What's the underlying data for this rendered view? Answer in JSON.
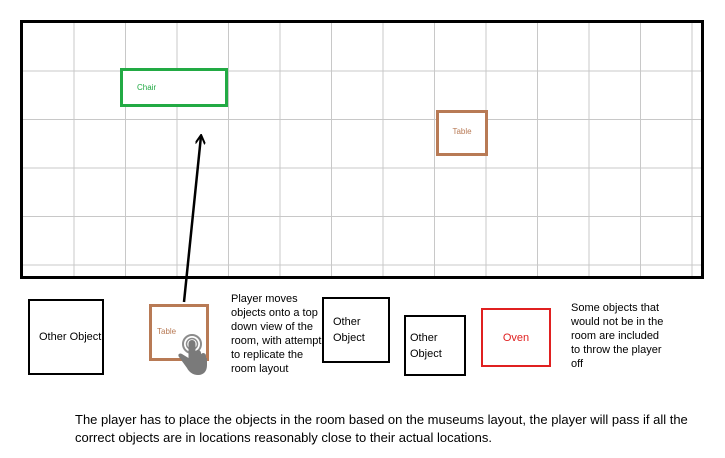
{
  "room": {
    "objects": {
      "chair_label": "Chair",
      "table_label": "Table"
    }
  },
  "tray": {
    "other_1_label": "Other Object",
    "table_label": "Table",
    "other_2_label": "Other Object",
    "other_3_label": "Other Object",
    "oven_label": "Oven"
  },
  "notes": {
    "player_moves": "Player moves objects onto a top down view of the room, with attempt to replicate the room layout",
    "decoy_objects": "Some objects that would not be in the room are included to throw the player off"
  },
  "caption": "The player has to place the objects in the room based on the museums layout, the player will pass if all the correct objects are in locations reasonably close to their actual locations.",
  "colors": {
    "chair": "#22aa44",
    "table": "#b87a55",
    "oven": "#e02020",
    "grid": "#c8c8c8"
  },
  "icons": {
    "hand": "touch-hand-icon",
    "arrow": "move-arrow"
  }
}
